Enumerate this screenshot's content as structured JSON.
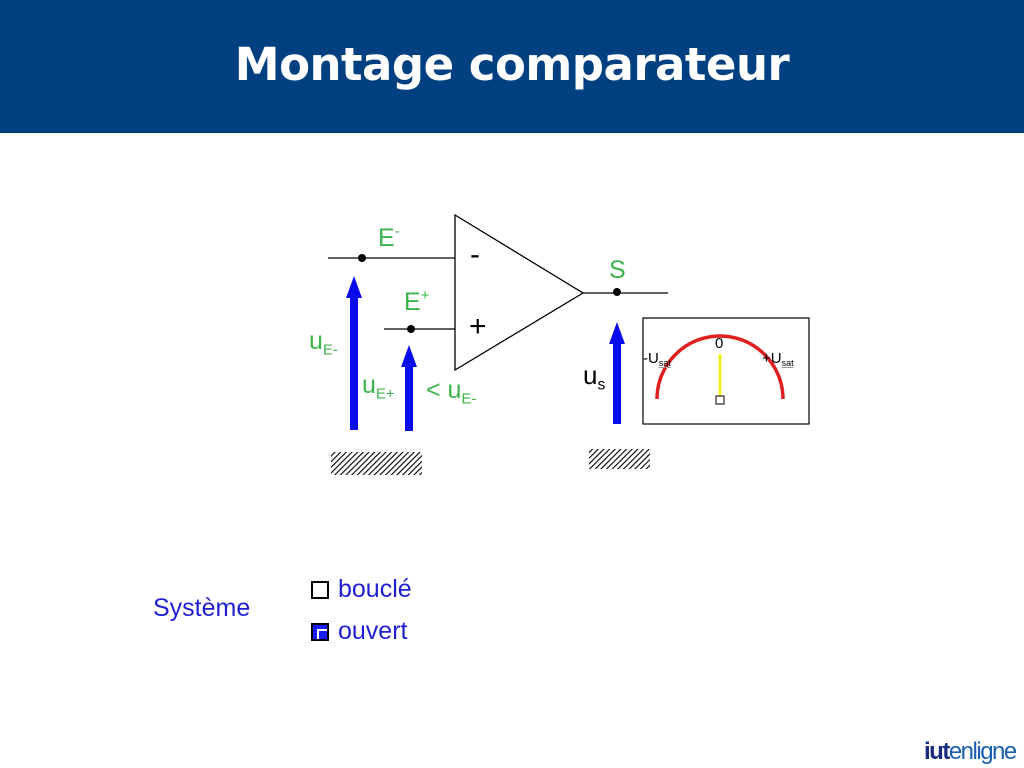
{
  "slide": {
    "title": "Montage comparateur"
  },
  "diagram": {
    "node_e_minus": {
      "base": "E",
      "sup": "-"
    },
    "node_e_plus": {
      "base": "E",
      "sup": "+"
    },
    "node_s": "S",
    "minus_sign": "-",
    "plus_sign": "+",
    "voltage_ue_minus": {
      "base": "u",
      "sub": "E-"
    },
    "voltage_ue_plus": {
      "base": "u",
      "sub": "E+"
    },
    "comparison": {
      "op": "< u",
      "sub": "E-"
    },
    "voltage_us": {
      "base": "u",
      "sub": "s"
    },
    "meter": {
      "zero": "0",
      "neg": {
        "base": "-U",
        "sub": "sat"
      },
      "pos": {
        "base": "+U",
        "sub": "sat"
      },
      "needle_fraction": 0.5
    },
    "colors": {
      "arrow": "#0a0aee",
      "label": "#3cb44b",
      "arc": "#e02020",
      "needle": "#f0f020"
    }
  },
  "system": {
    "label": "Système",
    "options": [
      {
        "label": "bouclé",
        "checked": false
      },
      {
        "label": "ouvert",
        "checked": true
      }
    ]
  },
  "logo": {
    "part1": "iut",
    "part2": "en",
    "part3": "ligne"
  }
}
